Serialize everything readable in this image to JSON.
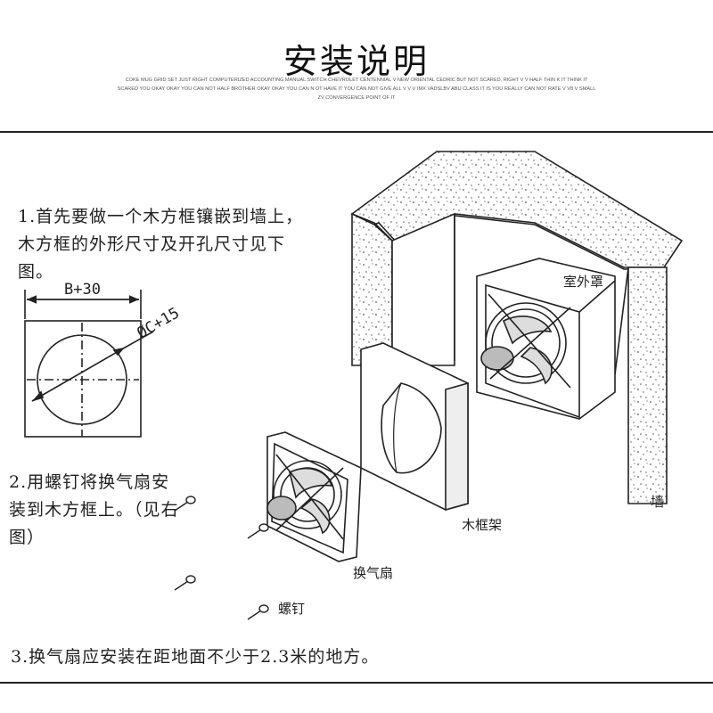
{
  "header": {
    "title": "安装说明",
    "fine_print": "COKE MUG GRID SET JUST RIGHT COMPUTERIZED ACCOUNTING MANUAL SWITCH CHEVROLET CENTENNIAL V NEW ORIENTAL CEDRIC BUT NOT SCARED, RIGHT V V HALF THIN K IT THINK IT SCARED YOU OKAY OKAY YOU CAN NOT HALF BROTHER OKAY OKAY YOU CAN N OT HAVE IT YOU CAN NOT GIVE ALL V V V IMX VADSLBV ABU CLASS IT IS YOU REALLY CAN NOT RATE V V8 V SMALL ZV CONVERGENCE POINT OF IT"
  },
  "steps": {
    "step1": "1.首先要做一个木方框镶嵌到墙上，木方框的外形尺寸及开孔尺寸见下图。",
    "step2": "2.用螺钉将换气扇安装到木方框上。（见右图）",
    "step3": "3.换气扇应安装在距地面不少于2.3米的地方。"
  },
  "dimension": {
    "width_label": "B+30",
    "diameter_label": "ØC+15"
  },
  "labels": {
    "outer_cover": "室外罩",
    "wall": "墙",
    "wood_frame": "木框架",
    "fan": "换气扇",
    "screw": "螺钉"
  }
}
